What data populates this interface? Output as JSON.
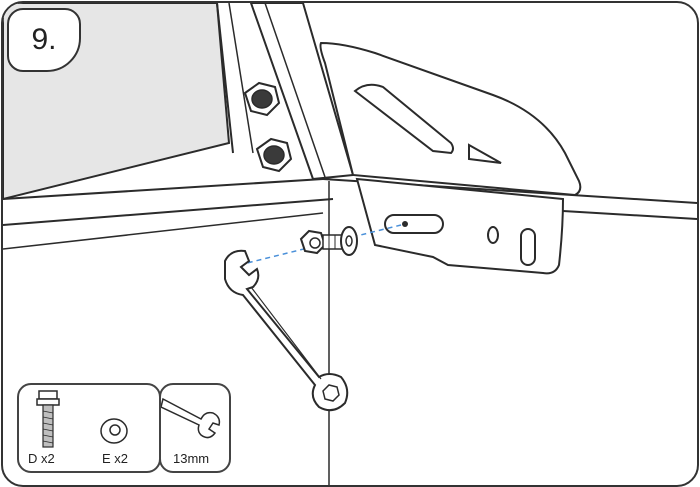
{
  "step": {
    "number": "9."
  },
  "parts": [
    {
      "name": "bolt",
      "label": "D x2"
    },
    {
      "name": "washer",
      "label": "E x2"
    }
  ],
  "tool": {
    "name": "wrench",
    "label": "13mm"
  },
  "colors": {
    "line": "#2b2b2b",
    "panel_fill": "#e6e6e6",
    "guide": "#4a90d9"
  }
}
